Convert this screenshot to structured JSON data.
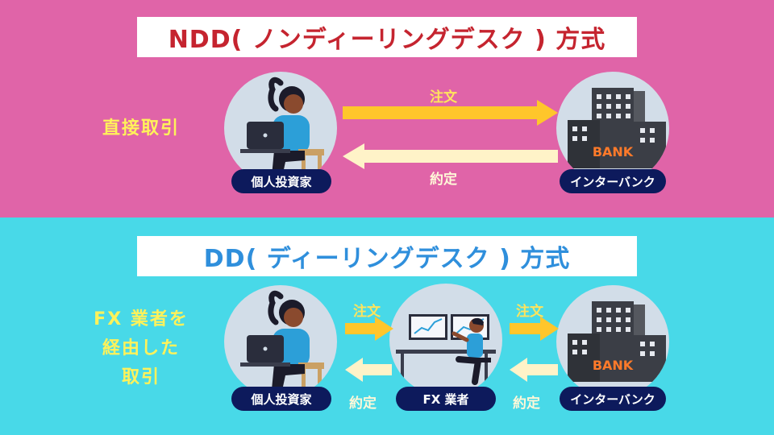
{
  "ndd": {
    "title": "NDD( ノンディーリングデスク ) 方式",
    "side_label": "直接取引",
    "order_label": "注文",
    "contract_label": "約定",
    "investor_label": "個人投資家",
    "bank_label": "インターバンク",
    "bank_sign": "BANK"
  },
  "dd": {
    "title": "DD( ディーリングデスク ) 方式",
    "side_label_line1": "FX 業者を",
    "side_label_line2": "経由した",
    "side_label_line3": "取引",
    "order_label_left": "注文",
    "order_label_right": "注文",
    "contract_label_left": "約定",
    "contract_label_right": "約定",
    "investor_label": "個人投資家",
    "broker_label": "FX 業者",
    "bank_label": "インターバンク",
    "bank_sign": "BANK"
  },
  "colors": {
    "ndd_bg": "#e064a8",
    "dd_bg": "#48d9e8",
    "ndd_title": "#c5242f",
    "dd_title": "#2f8fdc",
    "pill": "#0d1a5c",
    "arrow_order": "#ffc62b",
    "arrow_contract": "#fff3c8"
  }
}
